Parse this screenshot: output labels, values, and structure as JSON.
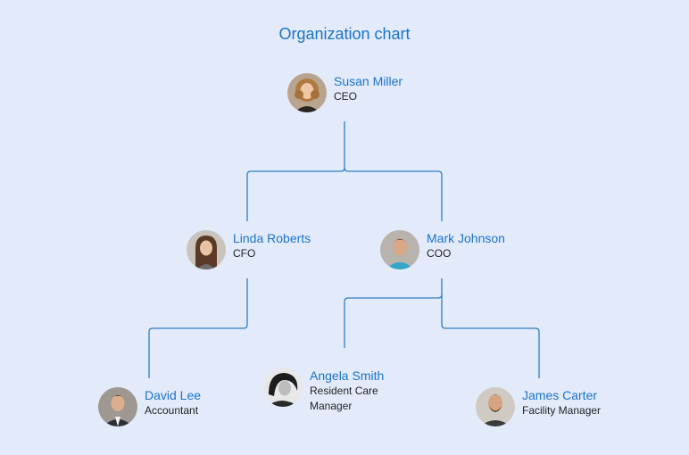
{
  "title": "Organization chart",
  "colors": {
    "accent": "#1a73c8",
    "background": "#e3ebfb",
    "connector": "#2e7dc4"
  },
  "nodes": {
    "susan": {
      "name": "Susan Miller",
      "role": "CEO",
      "avatar": "woman-curly-hair-avatar"
    },
    "linda": {
      "name": "Linda Roberts",
      "role": "CFO",
      "avatar": "woman-long-hair-avatar"
    },
    "mark": {
      "name": "Mark Johnson",
      "role": "COO",
      "avatar": "man-teal-shirt-avatar"
    },
    "david": {
      "name": "David Lee",
      "role": "Accountant",
      "avatar": "man-suit-avatar"
    },
    "angela": {
      "name": "Angela Smith",
      "role": "Resident Care Manager",
      "avatar": "woman-black-white-avatar"
    },
    "james": {
      "name": "James Carter",
      "role": "Facility Manager",
      "avatar": "man-beard-avatar"
    }
  }
}
